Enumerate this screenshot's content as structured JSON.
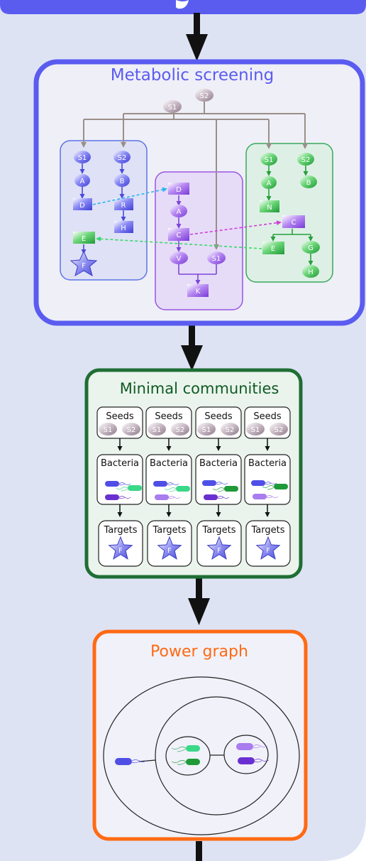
{
  "sections": {
    "metabolic_screening": {
      "title": "Metabolic screening",
      "source_nodes": [
        "S2",
        "S1"
      ],
      "left_box": [
        "S1",
        "A",
        "D",
        "E",
        "F",
        "S2",
        "B",
        "R",
        "H"
      ],
      "middle_box": [
        "D",
        "A",
        "C",
        "V",
        "S1",
        "K"
      ],
      "right_box": [
        "S1",
        "A",
        "N",
        "S2",
        "B",
        "C",
        "E",
        "G",
        "H"
      ]
    },
    "minimal_communities": {
      "title": "Minimal communities",
      "seeds_label": "Seeds",
      "bacteria_label": "Bacteria",
      "targets_label": "Targets",
      "seed_nodes": [
        "S1",
        "S2"
      ],
      "target_node": "F",
      "community_count": 4
    },
    "power_graph": {
      "title": "Power graph"
    }
  },
  "colors": {
    "frame_bg": "#dee3f4",
    "metabolic_border": "#5a5cf0",
    "communities_border": "#1f6e35",
    "communities_title": "#0f5a24",
    "power_border": "#ff6a13",
    "power_title": "#ff6a13",
    "blue_species": "#5b5be8",
    "purple_species": "#a064e8",
    "green_species": "#2fb34a",
    "seed_gray": "#b4a4b0"
  }
}
